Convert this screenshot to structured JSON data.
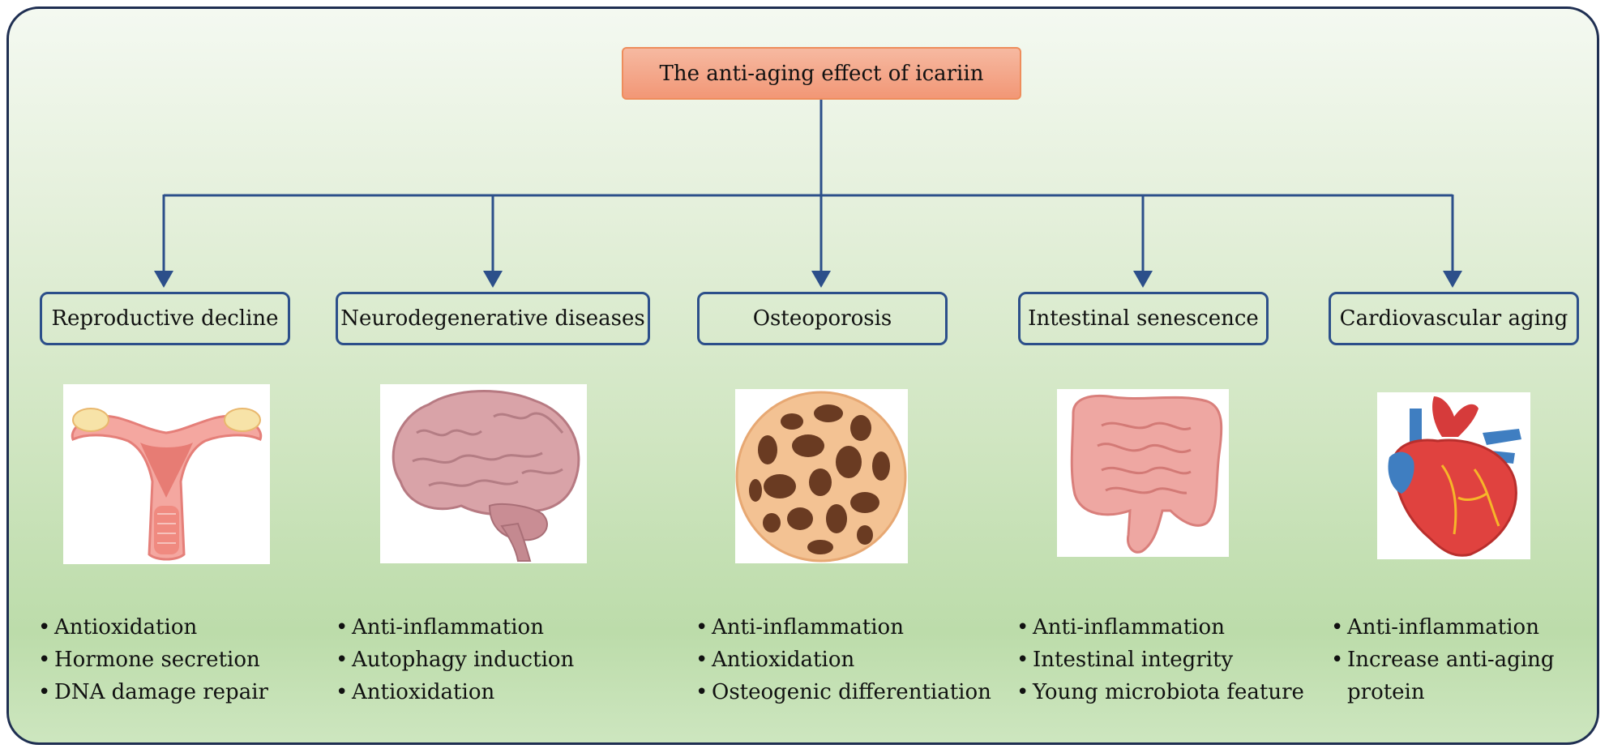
{
  "title": "The anti-aging effect of icariin",
  "colors": {
    "connector": "#2c4f8a",
    "frame_border": "#1f2f52",
    "title_fill": "#f4a98a",
    "title_border": "#ee8d5c"
  },
  "categories": [
    {
      "label": "Reproductive decline",
      "icon": "uterus-icon",
      "bullets": [
        "Antioxidation",
        "Hormone secretion",
        "DNA damage repair"
      ]
    },
    {
      "label": "Neurodegenerative diseases",
      "icon": "brain-icon",
      "bullets": [
        "Anti-inflammation",
        "Autophagy induction",
        "Antioxidation"
      ]
    },
    {
      "label": "Osteoporosis",
      "icon": "bone-icon",
      "bullets": [
        "Anti-inflammation",
        "Antioxidation",
        "Osteogenic differentiation"
      ]
    },
    {
      "label": "Intestinal senescence",
      "icon": "intestine-icon",
      "bullets": [
        "Anti-inflammation",
        "Intestinal integrity",
        "Young microbiota feature"
      ]
    },
    {
      "label": "Cardiovascular aging",
      "icon": "heart-icon",
      "bullets": [
        "Anti-inflammation",
        "Increase anti-aging protein"
      ]
    }
  ]
}
